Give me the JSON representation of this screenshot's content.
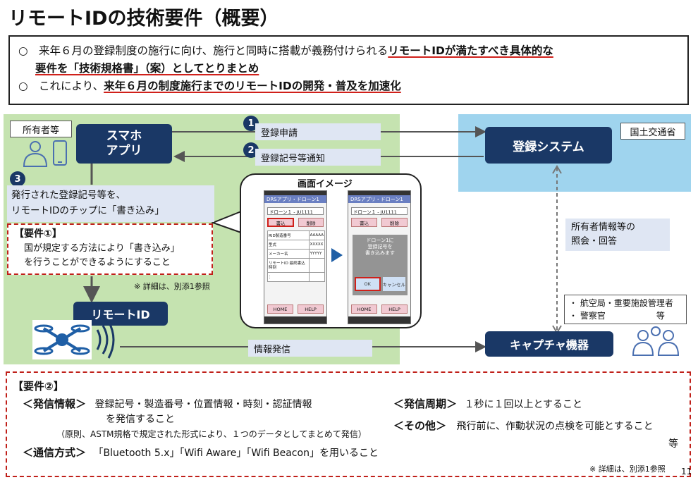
{
  "title": "リモートIDの技術要件（概要）",
  "summary": {
    "line1_pre": "○　来年６月の登録制度の施行に向け、施行と同時に搭載が義務付けられる",
    "line1_em": "リモートIDが満たすべき具体的な",
    "line2_em": "要件を「技術規格書」（案）としてとりまとめ",
    "line3_pre": "○　これにより、",
    "line3_em": "来年６月の制度施行までのリモートIDの開発・普及を加速化"
  },
  "diagram": {
    "owner_label": "所有者等",
    "mlit_label": "国土交通省",
    "app_box": "スマホ\nアプリ",
    "system_box": "登録システム",
    "remote_id_box": "リモートID",
    "capture_box": "キャプチャ機器",
    "step1_num": "1",
    "step1_label": "登録申請",
    "step2_num": "2",
    "step2_label": "登録記号等通知",
    "step3_num": "3",
    "step3_line1": "発行された登録記号等を、",
    "step3_line2": "リモートIDのチップに「書き込み」",
    "query_line1": "所有者情報等の",
    "query_line2": "照会・回答",
    "broadcast_label": "情報発信",
    "users_line1": "・ 航空局・重要施設管理者",
    "users_line2": "・ 警察官　　　　　　等",
    "note1": "※ 詳細は、別添1参照",
    "image_title": "画面イメージ"
  },
  "req1": {
    "heading": "【要件①】",
    "line1": "国が規定する方法により「書き込み」",
    "line2": "を行うことができるようにすること"
  },
  "phone_left": {
    "header": "DRSアプリ・ドローン1",
    "field": "ドローン１ - JU1111",
    "btn_write": "書込",
    "btn_delete": "削除",
    "rows": [
      [
        "RID製造番号",
        "AAAAA"
      ],
      [
        "型式",
        "XXXXX"
      ],
      [
        "メーカー名",
        "YYYYY"
      ],
      [
        "リモートID 最終書込時刻",
        ""
      ],
      [
        "：",
        ""
      ]
    ],
    "btn_home": "HOME",
    "btn_help": "HELP"
  },
  "phone_right": {
    "header": "DRSアプリ・ドローン1",
    "field": "ドローン１ - JU1111",
    "btn_write": "書込",
    "btn_delete": "削除",
    "dialog_line1": "ドローン1に",
    "dialog_line2": "登録記号を",
    "dialog_line3": "書き込みます",
    "dialog_ok": "OK",
    "dialog_cancel": "キャンセル",
    "btn_home": "HOME",
    "btn_help": "HELP"
  },
  "req2": {
    "heading": "【要件②】",
    "info_label": "＜発信情報＞",
    "info_text": "登録記号・製造番号・位置情報・時刻・認証情報",
    "info_text2": "を発信すること",
    "info_note": "（原則、ASTM規格で規定された形式により、１つのデータとしてまとめて発信）",
    "comm_label": "＜通信方式＞",
    "comm_text": "「Bluetooth 5.x」「Wifi Aware」「Wifi Beacon」を用いること",
    "cycle_label": "＜発信周期＞",
    "cycle_text": "１秒に１回以上とすること",
    "other_label": "＜その他＞",
    "other_text": "飛行前に、作動状況の点検を可能とすること",
    "other_text2": "等",
    "note2": "※ 詳細は、別添1参照"
  },
  "page_number": "11",
  "colors": {
    "navy": "#1a3866",
    "green_area": "#c5e3b0",
    "blue_area": "#9fd4ee",
    "accent_red": "#d0201a"
  }
}
